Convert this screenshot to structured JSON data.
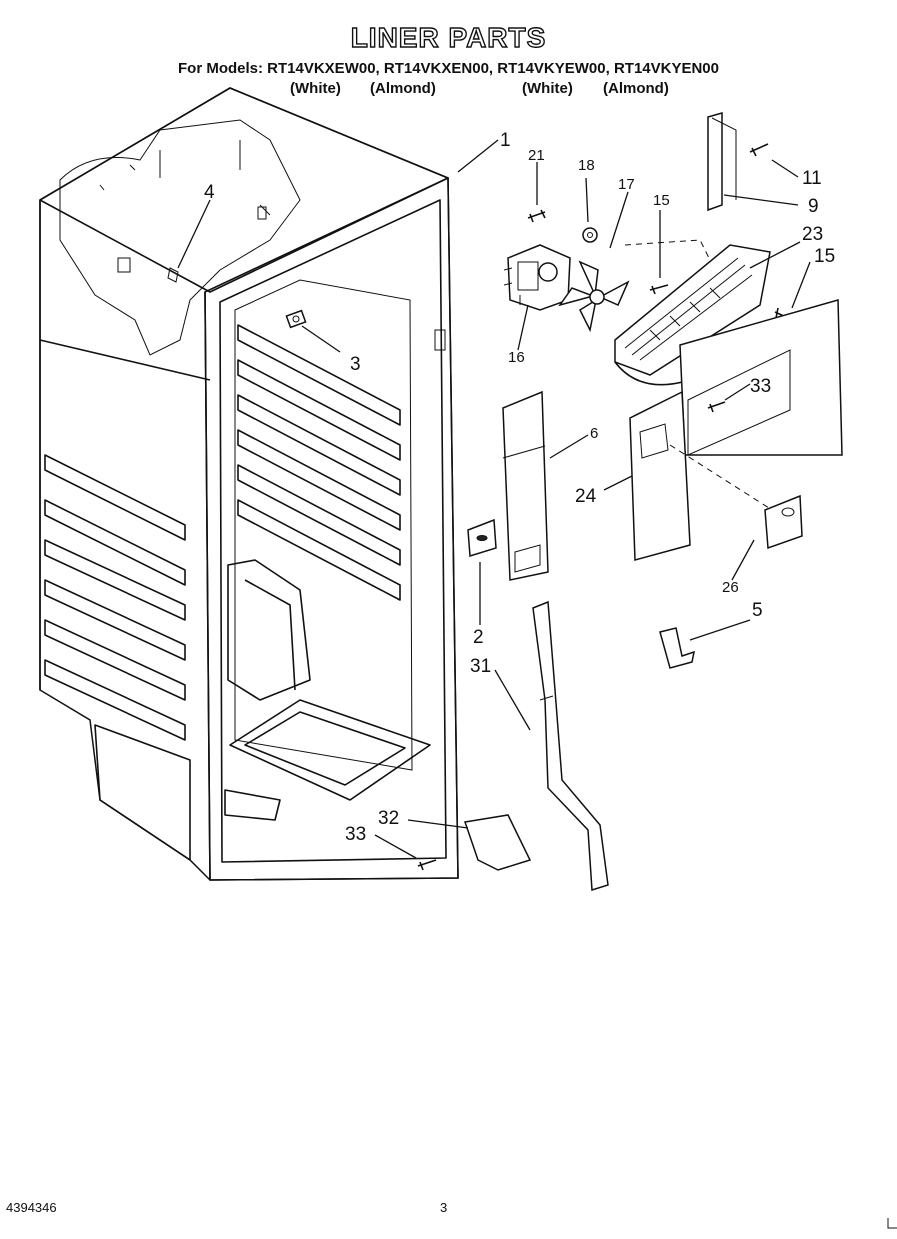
{
  "header": {
    "title": "LINER PARTS",
    "models_line": "For Models: RT14VKXEW00, RT14VKXEN00, RT14VKYEW00, RT14VKYEN00",
    "color_labels": [
      "(White)",
      "(Almond)",
      "(White)",
      "(Almond)"
    ]
  },
  "callouts": [
    "1",
    "21",
    "18",
    "17",
    "15",
    "11",
    "9",
    "23",
    "15",
    "4",
    "3",
    "16",
    "33",
    "6",
    "24",
    "26",
    "2",
    "5",
    "31",
    "32",
    "33"
  ],
  "footer": {
    "doc_number": "4394346",
    "page_number": "3"
  },
  "colors": {
    "ink": "#111111",
    "paper": "#ffffff"
  }
}
